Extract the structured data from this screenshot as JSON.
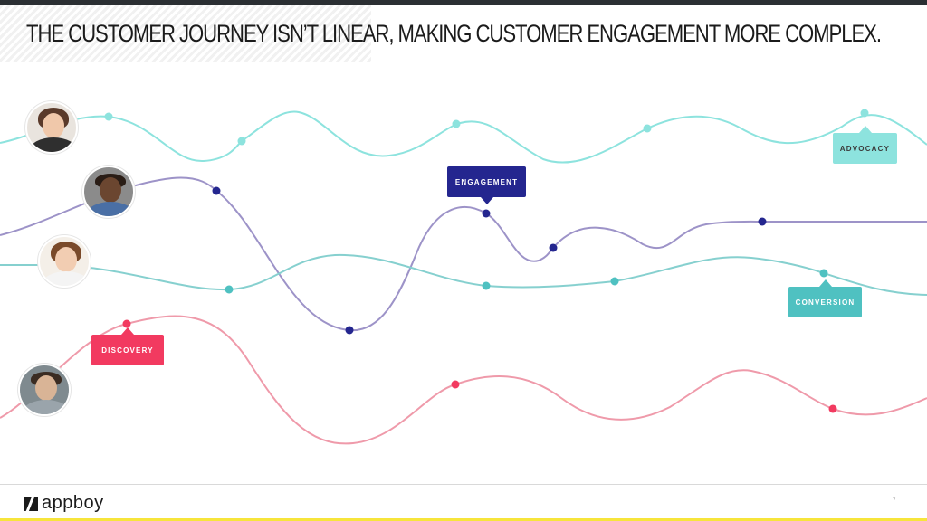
{
  "slide": {
    "title": "THE CUSTOMER JOURNEY ISN’T LINEAR, MAKING CUSTOMER ENGAGEMENT MORE COMPLEX.",
    "page_number": "7"
  },
  "labels": {
    "engagement": "ENGAGEMENT",
    "advocacy": "ADVOCACY",
    "conversion": "CONVERSION",
    "discovery": "DISCOVERY"
  },
  "footer": {
    "logo_text": "appboy"
  },
  "colors": {
    "advocacy": "#8de3de",
    "engagement": "#24268f",
    "engagement_line": "#9d93c8",
    "conversion": "#4fc1c1",
    "discovery": "#f23a60",
    "discovery_line": "#ef9aaa",
    "title_text": "#1b1b1b",
    "top_bar": "#2b2f33",
    "footer_accent": "#f7e53b"
  },
  "avatars": [
    {
      "name": "avatar-woman-1",
      "skin": "#f0c8aa",
      "hair": "#5a3a2a",
      "shirt": "#2f2f2f",
      "bg": "#e9e4de"
    },
    {
      "name": "avatar-man-1",
      "skin": "#6b4630",
      "hair": "#2a1d16",
      "shirt": "#4a6fa5",
      "bg": "#8b8b8b"
    },
    {
      "name": "avatar-woman-2",
      "skin": "#f2cdb2",
      "hair": "#7a4a2a",
      "shirt": "#f4f4f4",
      "bg": "#f4efe8"
    },
    {
      "name": "avatar-man-2",
      "skin": "#d9b496",
      "hair": "#3b2c22",
      "shirt": "#9aa4ab",
      "bg": "#7f8a8f"
    }
  ]
}
